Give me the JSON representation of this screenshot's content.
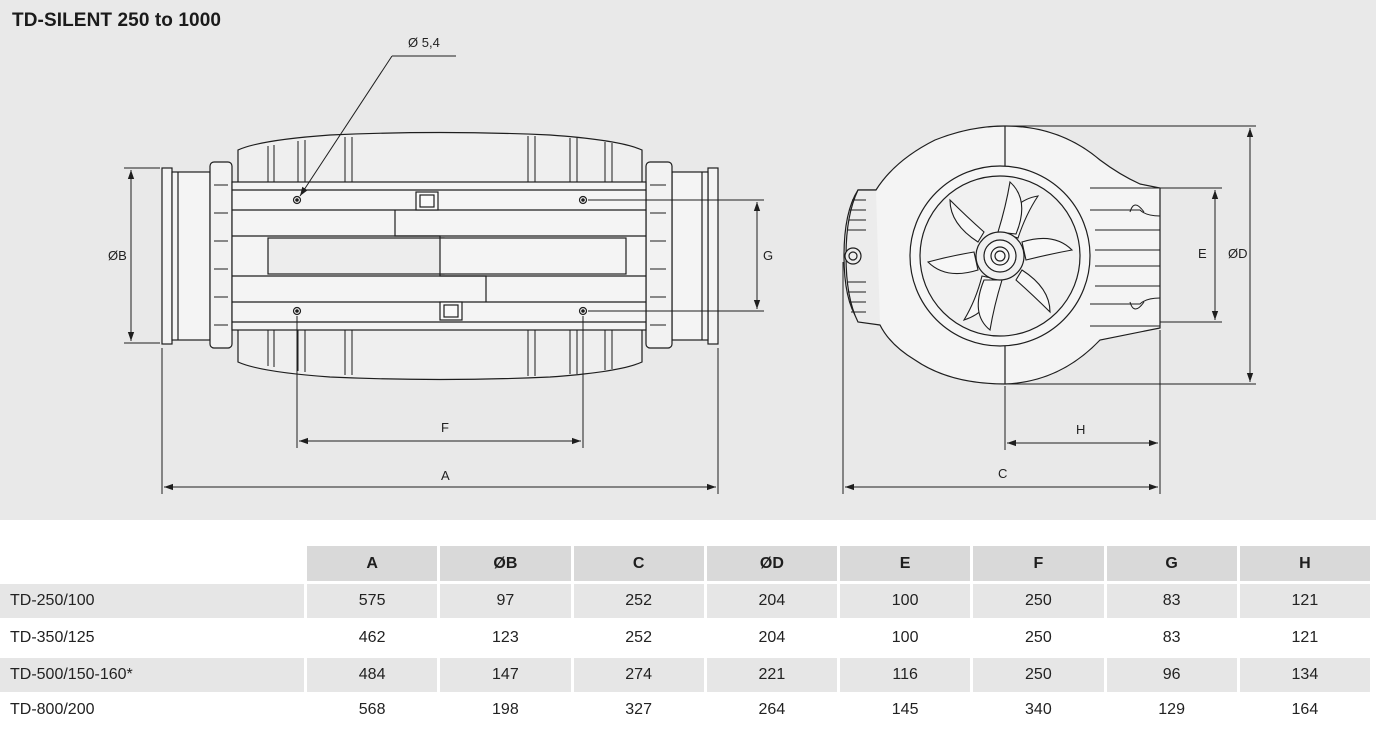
{
  "title": "TD-SILENT 250 to 1000",
  "drawing": {
    "hole_label": "Ø 5,4",
    "dim_labels": {
      "A": "A",
      "B": "ØB",
      "C": "C",
      "D": "ØD",
      "E": "E",
      "F": "F",
      "G": "G",
      "H": "H"
    },
    "line_color": "#1e1e1e",
    "panel_color": "#e9e9e9"
  },
  "table": {
    "headers": [
      "A",
      "ØB",
      "C",
      "ØD",
      "E",
      "F",
      "G",
      "H"
    ],
    "rows": [
      {
        "model": "TD-250/100",
        "values": [
          "575",
          "97",
          "252",
          "204",
          "100",
          "250",
          "83",
          "121"
        ]
      },
      {
        "model": "TD-350/125",
        "values": [
          "462",
          "123",
          "252",
          "204",
          "100",
          "250",
          "83",
          "121"
        ]
      },
      {
        "model": "TD-500/150-160*",
        "values": [
          "484",
          "147",
          "274",
          "221",
          "116",
          "250",
          "96",
          "134"
        ]
      },
      {
        "model": "TD-800/200",
        "values": [
          "568",
          "198",
          "327",
          "264",
          "145",
          "340",
          "129",
          "164"
        ]
      }
    ]
  }
}
